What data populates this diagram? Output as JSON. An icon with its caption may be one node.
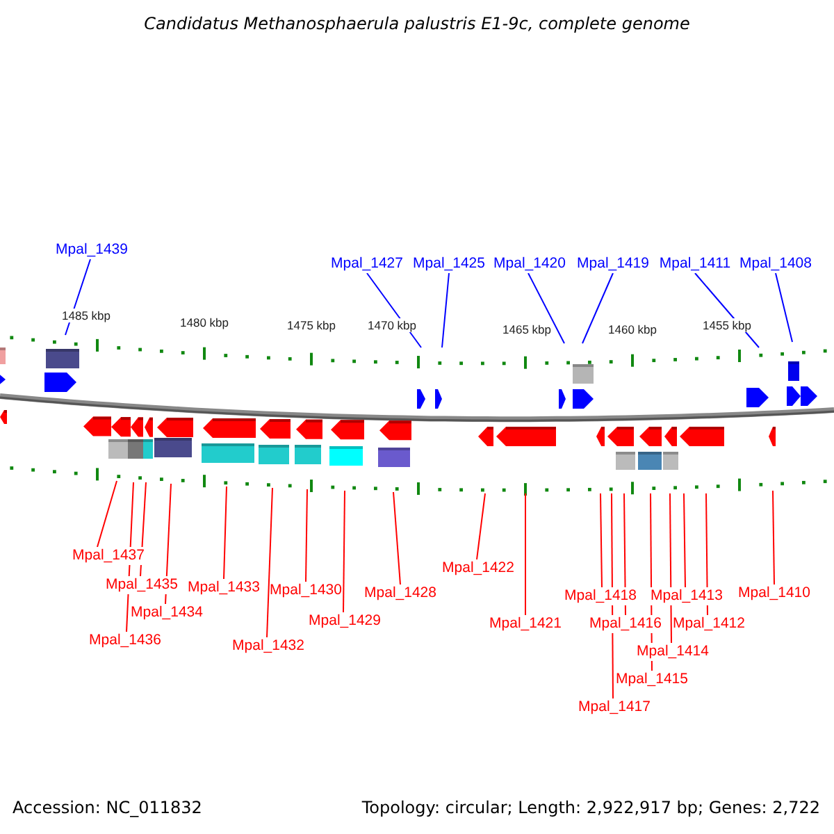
{
  "diagram": {
    "title": "Candidatus Methanosphaerula palustris E1-9c, complete genome",
    "nodes": [
      {
        "text": [
          "Mpal_1439"
        ]
      },
      {
        "text": [
          "Mpal_1427"
        ]
      },
      {
        "text": [
          "Mpal_1425"
        ]
      },
      {
        "text": [
          "Mpal_1420"
        ]
      },
      {
        "text": [
          "Mpal_1419"
        ]
      },
      {
        "text": [
          "Mpal_1411"
        ]
      },
      {
        "text": [
          "Mpal_1408"
        ]
      },
      {
        "text": [
          "Mpal_1437"
        ]
      },
      {
        "text": [
          "Mpal_1435"
        ]
      },
      {
        "text": [
          "Mpal_1434"
        ]
      },
      {
        "text": [
          "Mpal_1436"
        ]
      },
      {
        "text": [
          "Mpal_1433"
        ]
      },
      {
        "text": [
          "Mpal_1432"
        ]
      },
      {
        "text": [
          "Mpal_1430"
        ]
      },
      {
        "text": [
          "Mpal_1429"
        ]
      },
      {
        "text": [
          "Mpal_1428"
        ]
      },
      {
        "text": [
          "Mpal_1422"
        ]
      },
      {
        "text": [
          "Mpal_1421"
        ]
      },
      {
        "text": [
          "Mpal_1418"
        ]
      },
      {
        "text": [
          "Mpal_1416"
        ]
      },
      {
        "text": [
          "Mpal_1417"
        ]
      },
      {
        "text": [
          "Mpal_1415"
        ]
      },
      {
        "text": [
          "Mpal_1414"
        ]
      },
      {
        "text": [
          "Mpal_1413"
        ]
      },
      {
        "text": [
          "Mpal_1412"
        ]
      },
      {
        "text": [
          "Mpal_1410"
        ]
      }
    ],
    "edges": [
      {
        "from": 0,
        "to": null,
        "arrow": "none",
        "color": "#0000ff"
      },
      {
        "from": 1,
        "to": null,
        "arrow": "none",
        "color": "#0000ff"
      },
      {
        "from": 2,
        "to": null,
        "arrow": "none",
        "color": "#0000ff"
      },
      {
        "from": 3,
        "to": null,
        "arrow": "none",
        "color": "#0000ff"
      },
      {
        "from": 4,
        "to": null,
        "arrow": "none",
        "color": "#0000ff"
      },
      {
        "from": 5,
        "to": null,
        "arrow": "none",
        "color": "#0000ff"
      },
      {
        "from": 6,
        "to": null,
        "arrow": "none",
        "color": "#0000ff"
      },
      {
        "from": 7,
        "to": null,
        "arrow": "none"
      },
      {
        "from": 8,
        "to": null,
        "arrow": "none"
      },
      {
        "from": 9,
        "to": null,
        "arrow": "none"
      },
      {
        "from": 10,
        "to": null,
        "arrow": "none"
      },
      {
        "from": 11,
        "to": null,
        "arrow": "none"
      },
      {
        "from": 12,
        "to": null,
        "arrow": "none"
      },
      {
        "from": 13,
        "to": null,
        "arrow": "none"
      },
      {
        "from": 14,
        "to": null,
        "arrow": "none"
      },
      {
        "from": 15,
        "to": null,
        "arrow": "none"
      },
      {
        "from": 16,
        "to": null,
        "arrow": "none"
      },
      {
        "from": 17,
        "to": null,
        "arrow": "none"
      },
      {
        "from": 18,
        "to": null,
        "arrow": "none"
      },
      {
        "from": 19,
        "to": null,
        "arrow": "none"
      },
      {
        "from": 20,
        "to": null,
        "arrow": "none"
      },
      {
        "from": 21,
        "to": null,
        "arrow": "none"
      },
      {
        "from": 22,
        "to": null,
        "arrow": "none"
      },
      {
        "from": 23,
        "to": null,
        "arrow": "none"
      },
      {
        "from": 24,
        "to": null,
        "arrow": "none"
      },
      {
        "from": 25,
        "to": null,
        "arrow": "none"
      }
    ],
    "labels": [
      "1485 kbp",
      "1480 kbp",
      "1475 kbp",
      "1470 kbp",
      "1465 kbp",
      "1460 kbp",
      "1455 kbp",
      "Accession: NC_011832",
      "Topology: circular; Length: 2,922,917 bp; Genes: 2,722"
    ]
  }
}
